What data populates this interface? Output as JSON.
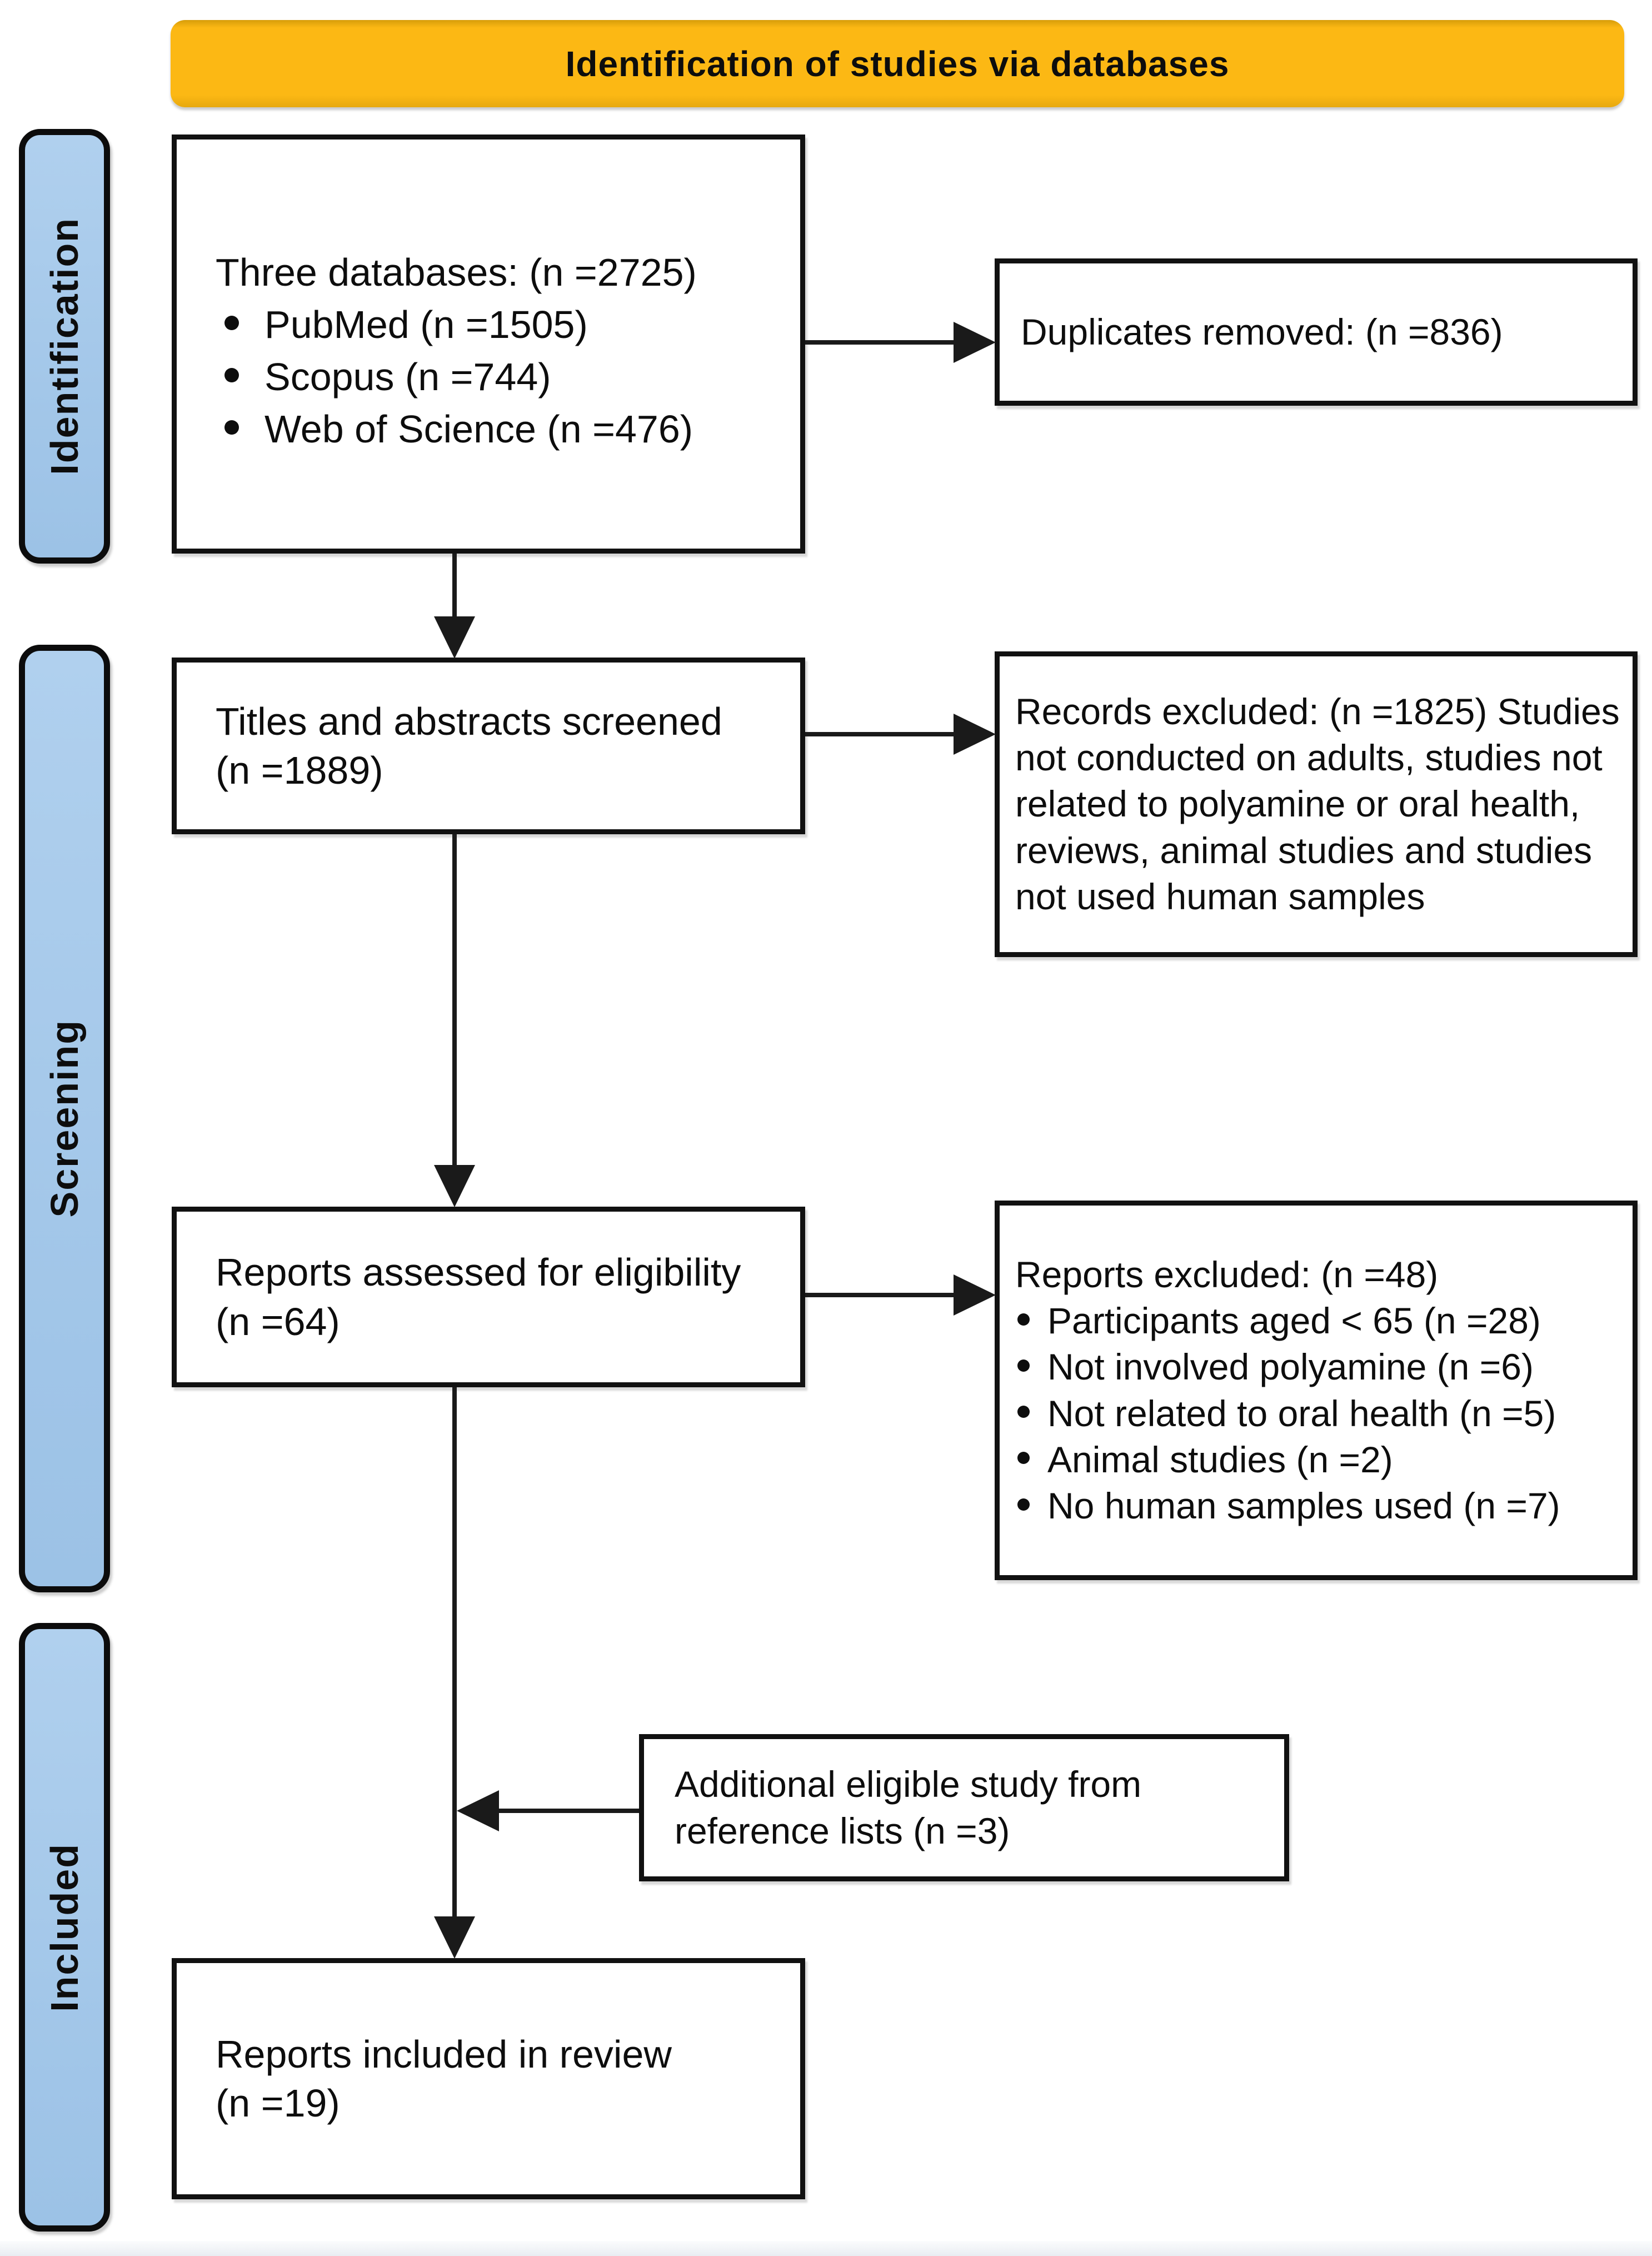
{
  "banner": {
    "label": "Identification of studies via databases",
    "bg_color": "#FCB814"
  },
  "stages": [
    {
      "label": "Identification",
      "bg_color": "#A5C8E9"
    },
    {
      "label": "Screening",
      "bg_color": "#A5C8E9"
    },
    {
      "label": "Included",
      "bg_color": "#A5C8E9"
    }
  ],
  "boxes": {
    "databases": {
      "title": "Three databases: (n =2725)",
      "items": [
        "PubMed (n =1505)",
        "Scopus (n =744)",
        "Web of Science (n =476)"
      ]
    },
    "duplicates": {
      "text": "Duplicates removed: (n =836)"
    },
    "screened": {
      "line1": "Titles and abstracts screened",
      "line2": "(n =1889)"
    },
    "records_excluded": {
      "text": "Records excluded: (n =1825) Studies not conducted on adults, studies not related to polyamine or oral health, reviews, animal studies and studies not used human samples"
    },
    "assessed": {
      "line1": "Reports assessed for eligibility",
      "line2": "(n =64)"
    },
    "reports_excluded": {
      "title": "Reports excluded: (n =48)",
      "items": [
        "Participants aged < 65 (n =28)",
        "Not involved polyamine (n =6)",
        "Not related to oral health (n =5)",
        "Animal studies (n =2)",
        "No human samples used (n =7)"
      ]
    },
    "additional": {
      "line1": "Additional eligible study from",
      "line2": "reference lists (n =3)"
    },
    "included": {
      "line1": "Reports included in review",
      "line2": "(n =19)"
    }
  },
  "colors": {
    "box_border": "#111111",
    "arrow": "#1A1A1A",
    "background": "#FFFFFF"
  }
}
